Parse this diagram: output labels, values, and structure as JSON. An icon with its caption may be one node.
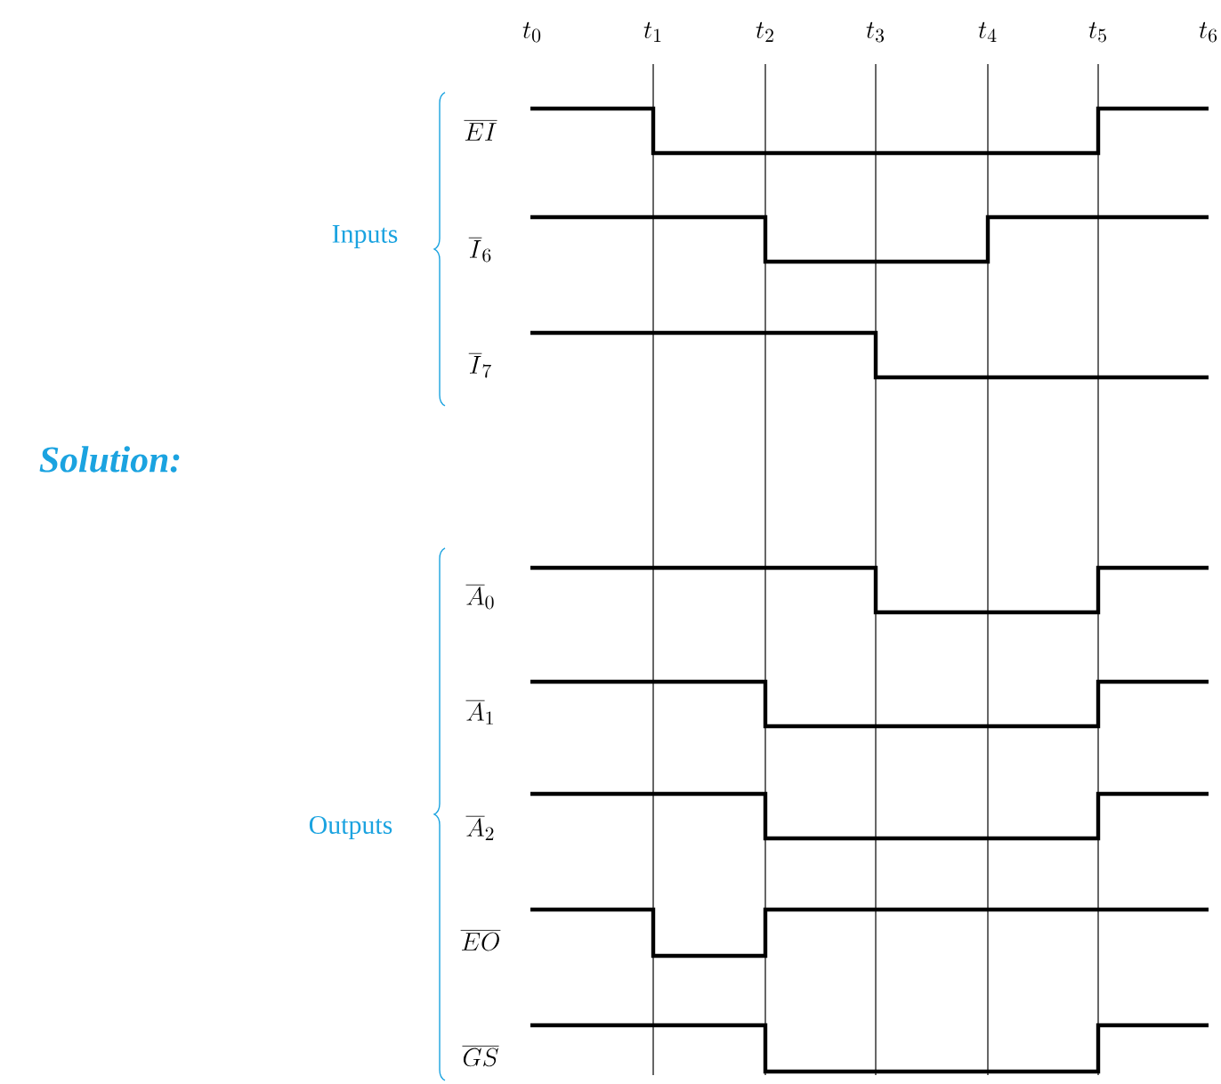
{
  "diagram": {
    "labels": [
      "t_0",
      "t_1",
      "t_2",
      "t_3",
      "t_4",
      "t_5",
      "t_6",
      "\\overline{EI}",
      "Inputs",
      "\\overline{I}_6",
      "\\overline{I}_7",
      "Solution:",
      "\\overline{A}_0",
      "\\overline{A}_1",
      "Outputs",
      "\\overline{A}_2",
      "\\overline{EO}",
      "\\overline{GS}"
    ]
  }
}
